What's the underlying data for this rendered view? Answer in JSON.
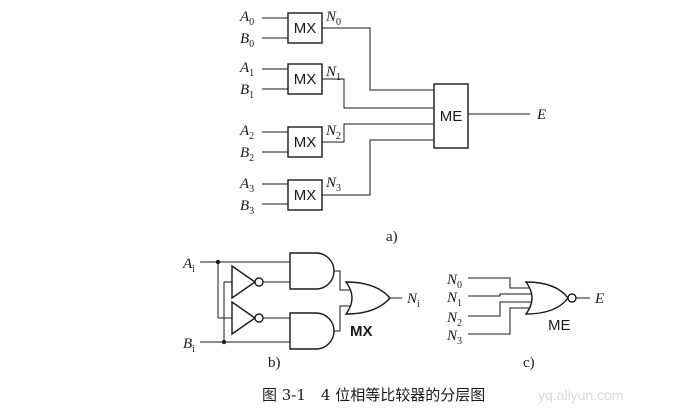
{
  "part_a": {
    "mx_label": "MX",
    "me_label": "ME",
    "output": "E",
    "sublabel": "a)",
    "blocks": [
      {
        "a": "A",
        "b": "B",
        "n": "N",
        "idx": "0"
      },
      {
        "a": "A",
        "b": "B",
        "n": "N",
        "idx": "1"
      },
      {
        "a": "A",
        "b": "B",
        "n": "N",
        "idx": "2"
      },
      {
        "a": "A",
        "b": "B",
        "n": "N",
        "idx": "3"
      }
    ]
  },
  "part_b": {
    "input_a": "A",
    "input_b": "B",
    "input_sub": "i",
    "output": "N",
    "output_sub": "i",
    "gate_label": "MX",
    "sublabel": "b)"
  },
  "part_c": {
    "inputs": [
      {
        "name": "N",
        "idx": "0"
      },
      {
        "name": "N",
        "idx": "1"
      },
      {
        "name": "N",
        "idx": "2"
      },
      {
        "name": "N",
        "idx": "3"
      }
    ],
    "output": "E",
    "gate_label": "ME",
    "sublabel": "c)"
  },
  "caption": "图 3-1　4 位相等比较器的分层图",
  "watermark": "yq.aliyun.com"
}
